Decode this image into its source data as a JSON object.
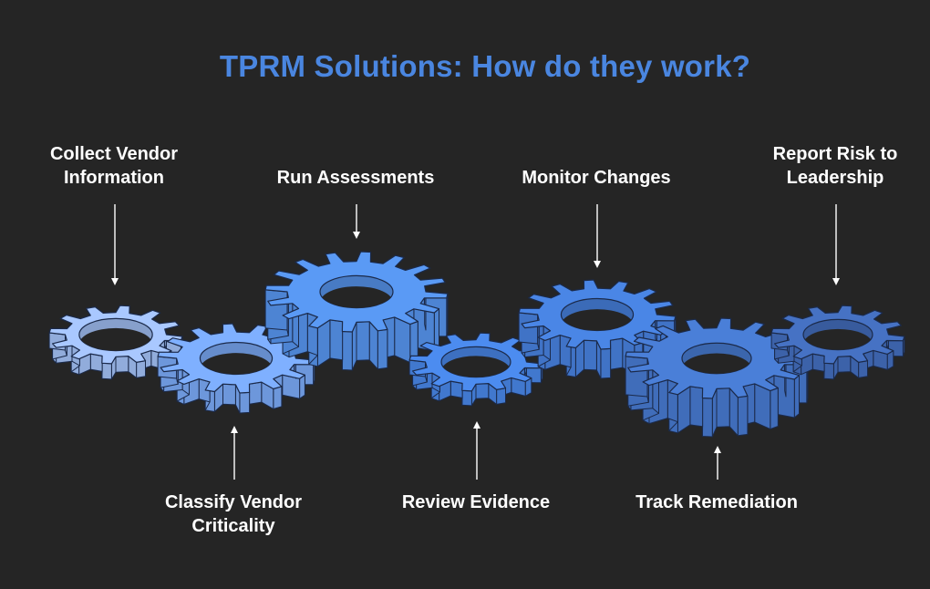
{
  "title": "TPRM Solutions: How do they work?",
  "colors": {
    "background": "#252525",
    "title": "#4a86e0",
    "arrow": "#ffffff",
    "outline": "#1b2a4a"
  },
  "steps": [
    {
      "label_lines": [
        "Collect Vendor",
        "Information"
      ],
      "gear_color": "#a9c8ff",
      "label_position": "top"
    },
    {
      "label_lines": [
        "Classify Vendor",
        "Criticality"
      ],
      "gear_color": "#7fb0ff",
      "label_position": "bottom"
    },
    {
      "label_lines": [
        "Run Assessments"
      ],
      "gear_color": "#5a9af5",
      "label_position": "top"
    },
    {
      "label_lines": [
        "Review Evidence"
      ],
      "gear_color": "#4c8cf0",
      "label_position": "bottom"
    },
    {
      "label_lines": [
        "Monitor Changes"
      ],
      "gear_color": "#4a86e6",
      "label_position": "top"
    },
    {
      "label_lines": [
        "Track Remediation"
      ],
      "gear_color": "#4a7fd8",
      "label_position": "bottom"
    },
    {
      "label_lines": [
        "Report Risk to",
        "Leadership"
      ],
      "gear_color": "#4672c4",
      "label_position": "top"
    }
  ]
}
